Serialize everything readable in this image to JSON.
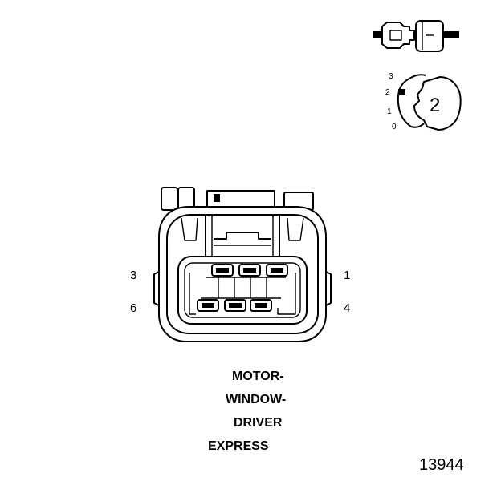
{
  "connector": {
    "pins": {
      "top_left": "3",
      "top_right": "1",
      "bottom_left": "6",
      "bottom_right": "4"
    }
  },
  "key_view": {
    "positions": [
      "3",
      "2",
      "1",
      "0"
    ],
    "key_number": "2"
  },
  "caption": {
    "line1": "MOTOR-",
    "line2": "WINDOW-",
    "line3": "DRIVER",
    "line4": "EXPRESS"
  },
  "figure_number": "13944"
}
